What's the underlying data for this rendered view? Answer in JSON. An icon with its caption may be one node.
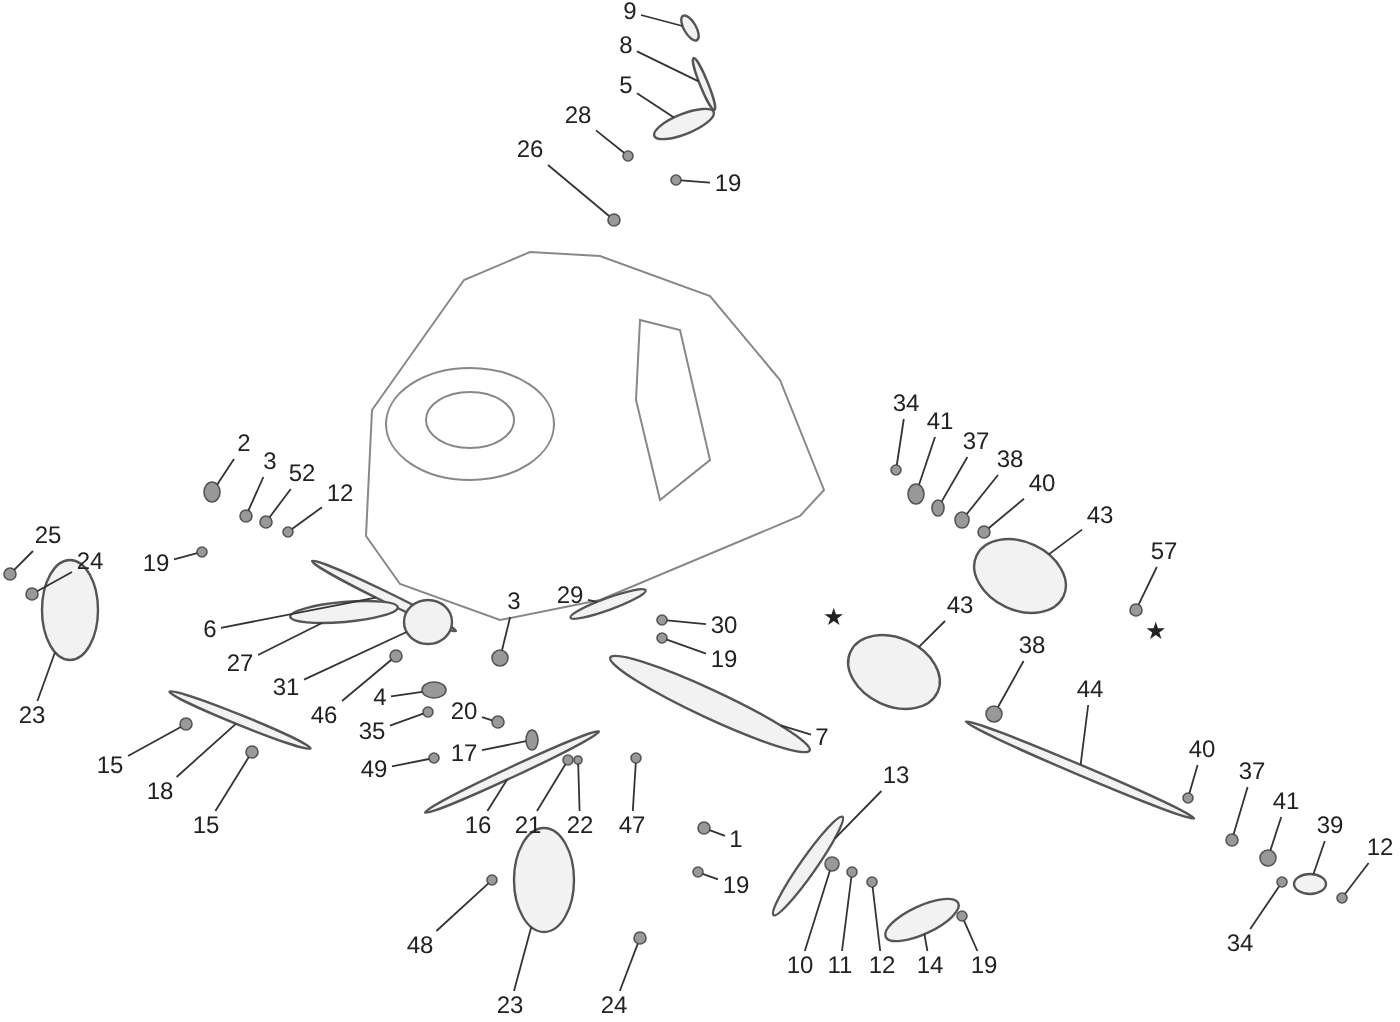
{
  "diagram": {
    "nodes": [
      {
        "text": [
          "9"
        ]
      },
      {
        "text": [
          "8"
        ]
      },
      {
        "text": [
          "5"
        ]
      },
      {
        "text": [
          "28"
        ]
      },
      {
        "text": [
          "26"
        ]
      },
      {
        "text": [
          "19"
        ]
      },
      {
        "text": [
          "2"
        ]
      },
      {
        "text": [
          "3"
        ]
      },
      {
        "text": [
          "52"
        ]
      },
      {
        "text": [
          "12"
        ]
      },
      {
        "text": [
          "34"
        ]
      },
      {
        "text": [
          "41"
        ]
      },
      {
        "text": [
          "37"
        ]
      },
      {
        "text": [
          "38"
        ]
      },
      {
        "text": [
          "40"
        ]
      },
      {
        "text": [
          "43"
        ]
      },
      {
        "text": [
          "25"
        ]
      },
      {
        "text": [
          "24"
        ]
      },
      {
        "text": [
          "19"
        ]
      },
      {
        "text": [
          "57"
        ]
      },
      {
        "text": [
          "6"
        ]
      },
      {
        "text": [
          "3"
        ]
      },
      {
        "text": [
          "29"
        ]
      },
      {
        "text": [
          "30"
        ]
      },
      {
        "text": [
          "27"
        ]
      },
      {
        "text": [
          "19"
        ]
      },
      {
        "text": [
          "43"
        ]
      },
      {
        "text": [
          "31"
        ]
      },
      {
        "text": [
          "46"
        ]
      },
      {
        "text": [
          "4"
        ]
      },
      {
        "text": [
          "23"
        ]
      },
      {
        "text": [
          "38"
        ]
      },
      {
        "text": [
          "35"
        ]
      },
      {
        "text": [
          "20"
        ]
      },
      {
        "text": [
          "44"
        ]
      },
      {
        "text": [
          "7"
        ]
      },
      {
        "text": [
          "17"
        ]
      },
      {
        "text": [
          "15"
        ]
      },
      {
        "text": [
          "49"
        ]
      },
      {
        "text": [
          "40"
        ]
      },
      {
        "text": [
          "13"
        ]
      },
      {
        "text": [
          "18"
        ]
      },
      {
        "text": [
          "37"
        ]
      },
      {
        "text": [
          "41"
        ]
      },
      {
        "text": [
          "15"
        ]
      },
      {
        "text": [
          "16"
        ]
      },
      {
        "text": [
          "21"
        ]
      },
      {
        "text": [
          "22"
        ]
      },
      {
        "text": [
          "47"
        ]
      },
      {
        "text": [
          "39"
        ]
      },
      {
        "text": [
          "1"
        ]
      },
      {
        "text": [
          "12"
        ]
      },
      {
        "text": [
          "19"
        ]
      },
      {
        "text": [
          "34"
        ]
      },
      {
        "text": [
          "48"
        ]
      },
      {
        "text": [
          "10"
        ]
      },
      {
        "text": [
          "11"
        ]
      },
      {
        "text": [
          "12"
        ]
      },
      {
        "text": [
          "14"
        ]
      },
      {
        "text": [
          "19"
        ]
      },
      {
        "text": [
          "23"
        ]
      },
      {
        "text": [
          "24"
        ]
      },
      {
        "text": [],
        "shape": "ellipse"
      },
      {
        "text": [],
        "shape": "ellipse"
      },
      {
        "text": [],
        "shape": "ellipse"
      },
      {
        "text": [],
        "shape": "circle"
      },
      {
        "text": [],
        "shape": "circle"
      },
      {
        "text": [],
        "shape": "circle"
      },
      {
        "text": [],
        "shape": "ellipse"
      },
      {
        "text": [],
        "shape": "circle"
      },
      {
        "text": [],
        "shape": "circle"
      },
      {
        "text": [],
        "shape": "circle"
      },
      {
        "text": [],
        "shape": "circle"
      },
      {
        "text": [],
        "shape": "ellipse"
      },
      {
        "text": [],
        "shape": "ellipse"
      },
      {
        "text": [],
        "shape": "ellipse"
      },
      {
        "text": [],
        "shape": "circle"
      },
      {
        "text": [],
        "shape": "ellipse"
      },
      {
        "text": [],
        "shape": "circle"
      },
      {
        "text": [],
        "shape": "circle"
      },
      {
        "text": [],
        "shape": "circle"
      },
      {
        "text": [],
        "shape": "circle"
      },
      {
        "text": [],
        "shape": "ellipse"
      },
      {
        "text": [],
        "shape": "circle"
      },
      {
        "text": [],
        "shape": "ellipse"
      },
      {
        "text": [],
        "shape": "circle"
      },
      {
        "text": [],
        "shape": "ellipse"
      },
      {
        "text": [],
        "shape": "circle"
      },
      {
        "text": [],
        "shape": "ellipse"
      },
      {
        "text": [],
        "shape": "ellipse"
      },
      {
        "text": [],
        "shape": "circle"
      },
      {
        "text": [],
        "shape": "ellipse"
      },
      {
        "text": [],
        "shape": "ellipse"
      },
      {
        "text": [],
        "shape": "circle"
      },
      {
        "text": [],
        "shape": "circle"
      },
      {
        "text": [],
        "shape": "circle"
      },
      {
        "text": [],
        "shape": "ellipse"
      },
      {
        "text": [],
        "shape": "ellipse"
      },
      {
        "text": [],
        "shape": "ellipse"
      },
      {
        "text": [],
        "shape": "circle"
      },
      {
        "text": [],
        "shape": "circle"
      },
      {
        "text": [],
        "shape": "circle"
      },
      {
        "text": [],
        "shape": "ellipse"
      },
      {
        "text": [],
        "shape": "ellipse"
      },
      {
        "text": [],
        "shape": "circle"
      },
      {
        "text": [],
        "shape": "circle"
      },
      {
        "text": [],
        "shape": "circle"
      },
      {
        "text": [],
        "shape": "ellipse"
      },
      {
        "text": [],
        "shape": "circle"
      },
      {
        "text": [],
        "shape": "circle"
      },
      {
        "text": [],
        "shape": "circle"
      },
      {
        "text": [],
        "shape": "ellipse"
      },
      {
        "text": [],
        "shape": "circle"
      },
      {
        "text": [],
        "shape": "circle"
      },
      {
        "text": [],
        "shape": "circle"
      },
      {
        "text": [],
        "shape": "circle"
      },
      {
        "text": [],
        "shape": "circle"
      },
      {
        "text": [],
        "shape": "circle"
      },
      {
        "text": [],
        "shape": "circle"
      },
      {
        "text": [],
        "shape": "circle"
      },
      {
        "text": [],
        "shape": "ellipse"
      },
      {
        "text": [],
        "shape": "circle"
      },
      {
        "text": [],
        "shape": "ellipse"
      },
      {
        "text": [],
        "shape": "circle"
      }
    ],
    "edges": [
      {
        "from": 0,
        "to": 62,
        "arrow": "none"
      },
      {
        "from": 1,
        "to": 63,
        "arrow": "none"
      },
      {
        "from": 2,
        "to": 64,
        "arrow": "none"
      },
      {
        "from": 3,
        "to": 65,
        "arrow": "none"
      },
      {
        "from": 4,
        "to": 66,
        "arrow": "none"
      },
      {
        "from": 5,
        "to": 67,
        "arrow": "none"
      },
      {
        "from": 6,
        "to": 68,
        "arrow": "none"
      },
      {
        "from": 7,
        "to": 69,
        "arrow": "none"
      },
      {
        "from": 8,
        "to": 70,
        "arrow": "none"
      },
      {
        "from": 9,
        "to": 71,
        "arrow": "none"
      },
      {
        "from": 10,
        "to": 72,
        "arrow": "none"
      },
      {
        "from": 11,
        "to": 73,
        "arrow": "none"
      },
      {
        "from": 12,
        "to": 74,
        "arrow": "none"
      },
      {
        "from": 13,
        "to": 75,
        "arrow": "none"
      },
      {
        "from": 14,
        "to": 76,
        "arrow": "none"
      },
      {
        "from": 15,
        "to": 77,
        "arrow": "none"
      },
      {
        "from": 16,
        "to": 78,
        "arrow": "none"
      },
      {
        "from": 17,
        "to": 79,
        "arrow": "none"
      },
      {
        "from": 18,
        "to": 80,
        "arrow": "none"
      },
      {
        "from": 19,
        "to": 81,
        "arrow": "none"
      },
      {
        "from": 20,
        "to": 82,
        "arrow": "none"
      },
      {
        "from": 21,
        "to": 83,
        "arrow": "none"
      },
      {
        "from": 22,
        "to": 84,
        "arrow": "none"
      },
      {
        "from": 23,
        "to": 85,
        "arrow": "none"
      },
      {
        "from": 24,
        "to": 86,
        "arrow": "none"
      },
      {
        "from": 25,
        "to": 87,
        "arrow": "none"
      },
      {
        "from": 26,
        "to": 88,
        "arrow": "none"
      },
      {
        "from": 27,
        "to": 89,
        "arrow": "none"
      },
      {
        "from": 28,
        "to": 90,
        "arrow": "none"
      },
      {
        "from": 29,
        "to": 91,
        "arrow": "none"
      },
      {
        "from": 30,
        "to": 92,
        "arrow": "none"
      },
      {
        "from": 31,
        "to": 93,
        "arrow": "none"
      },
      {
        "from": 32,
        "to": 94,
        "arrow": "none"
      },
      {
        "from": 33,
        "to": 95,
        "arrow": "none"
      },
      {
        "from": 34,
        "to": 96,
        "arrow": "none"
      },
      {
        "from": 35,
        "to": 97,
        "arrow": "none"
      },
      {
        "from": 36,
        "to": 98,
        "arrow": "none"
      },
      {
        "from": 37,
        "to": 99,
        "arrow": "none"
      },
      {
        "from": 38,
        "to": 100,
        "arrow": "none"
      },
      {
        "from": 39,
        "to": 101,
        "arrow": "none"
      },
      {
        "from": 40,
        "to": 102,
        "arrow": "none"
      },
      {
        "from": 41,
        "to": 103,
        "arrow": "none"
      },
      {
        "from": 42,
        "to": 104,
        "arrow": "none"
      },
      {
        "from": 43,
        "to": 105,
        "arrow": "none"
      },
      {
        "from": 44,
        "to": 106,
        "arrow": "none"
      },
      {
        "from": 45,
        "to": 107,
        "arrow": "none"
      },
      {
        "from": 46,
        "to": 108,
        "arrow": "none"
      },
      {
        "from": 47,
        "to": 109,
        "arrow": "none"
      },
      {
        "from": 48,
        "to": 110,
        "arrow": "none"
      },
      {
        "from": 49,
        "to": 111,
        "arrow": "none"
      },
      {
        "from": 50,
        "to": 112,
        "arrow": "none"
      },
      {
        "from": 51,
        "to": 113,
        "arrow": "none"
      },
      {
        "from": 52,
        "to": 114,
        "arrow": "none"
      },
      {
        "from": 53,
        "to": 115,
        "arrow": "none"
      },
      {
        "from": 54,
        "to": 116,
        "arrow": "none"
      },
      {
        "from": 55,
        "to": 117,
        "arrow": "none"
      },
      {
        "from": 56,
        "to": 118,
        "arrow": "none"
      },
      {
        "from": 57,
        "to": 119,
        "arrow": "none"
      },
      {
        "from": 58,
        "to": 120,
        "arrow": "none"
      },
      {
        "from": 59,
        "to": 121,
        "arrow": "none"
      },
      {
        "from": 60,
        "to": 122,
        "arrow": "none"
      },
      {
        "from": 61,
        "to": 123,
        "arrow": "none"
      }
    ],
    "labels": [
      "★",
      "★"
    ]
  }
}
